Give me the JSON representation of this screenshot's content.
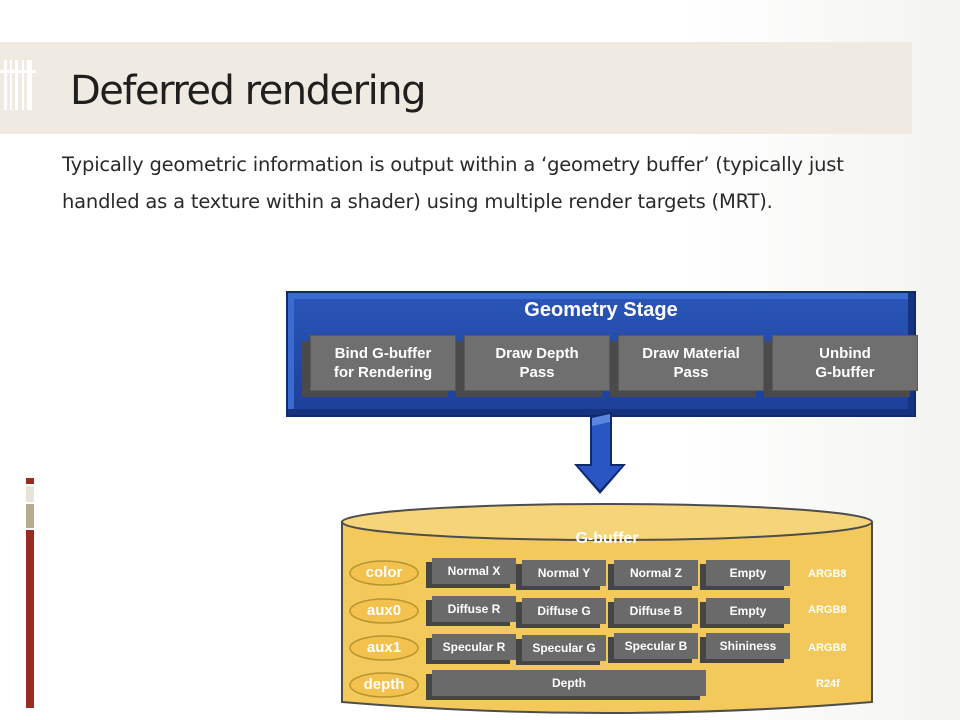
{
  "slide": {
    "title": "Deferred rendering",
    "body": "Typically geometric information is output within a ‘geometry buffer’ (typically just handled as a texture within a shader) using multiple render targets (MRT)."
  },
  "geometry_stage": {
    "title": "Geometry Stage",
    "steps": [
      {
        "line1": "Bind G-buffer",
        "line2": "for Rendering"
      },
      {
        "line1": "Draw Depth",
        "line2": "Pass"
      },
      {
        "line1": "Draw Material",
        "line2": "Pass"
      },
      {
        "line1": "Unbind",
        "line2": "G-buffer"
      }
    ]
  },
  "gbuffer": {
    "title": "G-buffer",
    "rows": [
      {
        "slot": "color",
        "cells": [
          "Normal X",
          "Normal Y",
          "Normal Z",
          "Empty"
        ],
        "format": "ARGB8"
      },
      {
        "slot": "aux0",
        "cells": [
          "Diffuse R",
          "Diffuse G",
          "Diffuse B",
          "Empty"
        ],
        "format": "ARGB8"
      },
      {
        "slot": "aux1",
        "cells": [
          "Specular R",
          "Specular G",
          "Specular B",
          "Shininess"
        ],
        "format": "ARGB8"
      },
      {
        "slot": "depth",
        "cells": [
          "Depth"
        ],
        "format": "R24f"
      }
    ]
  },
  "colors": {
    "title_band": "#efebe2",
    "panel_blue": "#1f47a8",
    "cell_gray": "#6a6a6a",
    "cylinder_yellow": "#f4c95c",
    "accent_red": "#9b2b1e"
  }
}
